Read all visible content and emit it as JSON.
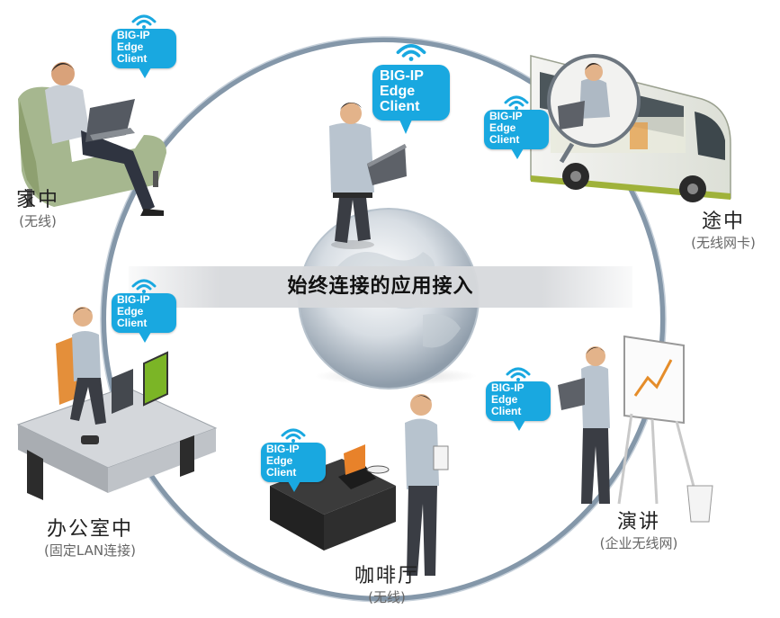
{
  "center_label": "始终连接的应用接入",
  "client_label": {
    "line1": "BIG-IP",
    "line2": "Edge",
    "line3": "Client"
  },
  "locations": {
    "home": {
      "name": "家中",
      "sub": "(无线)"
    },
    "transit": {
      "name": "途中",
      "sub": "(无线网卡)"
    },
    "office": {
      "name": "办公室中",
      "sub": "(固定LAN连接)"
    },
    "cafe": {
      "name": "咖啡厅",
      "sub": "(无线)"
    },
    "presentation": {
      "name": "演讲",
      "sub": "(企业无线网)"
    }
  },
  "colors": {
    "badge": "#19a8e0",
    "ring": "#8497a9"
  }
}
